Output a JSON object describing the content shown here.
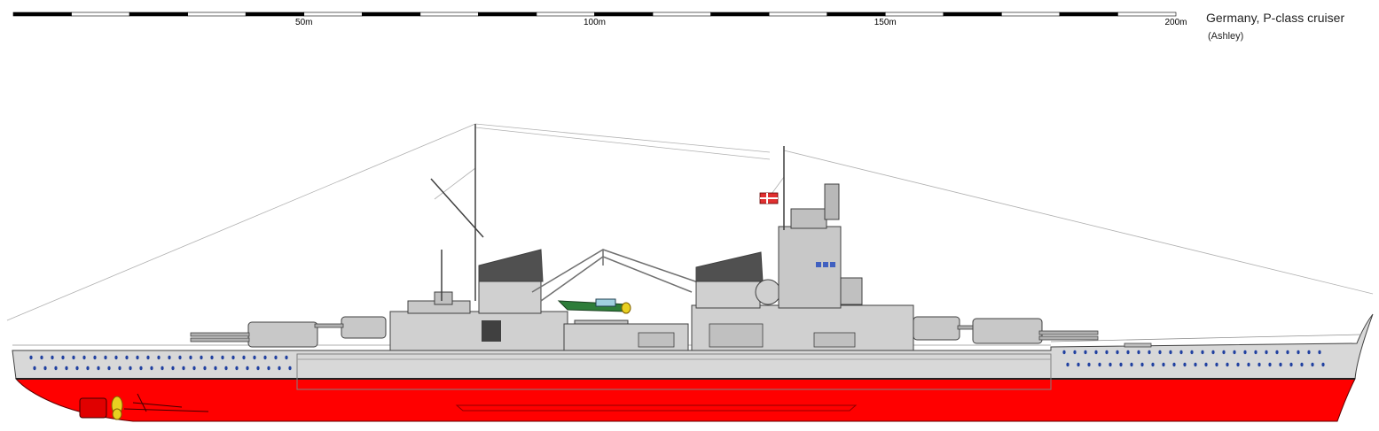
{
  "title": "Germany, P-class cruiser",
  "credit": "(Ashley)",
  "scale": {
    "segments": 20,
    "labels": [
      {
        "text": "50m",
        "meters": 50
      },
      {
        "text": "100m",
        "meters": 100
      },
      {
        "text": "150m",
        "meters": 150
      },
      {
        "text": "200m",
        "meters": 200
      }
    ]
  },
  "colors": {
    "hull_grey": "#d8d8d8",
    "antifouling_red": "#ff0000",
    "deck_grey": "#c0c0c0",
    "dark_grey": "#505050",
    "porthole_blue": "#2040a0",
    "propeller_yellow": "#e8d020",
    "aircraft_green": "#2e7d3a"
  }
}
